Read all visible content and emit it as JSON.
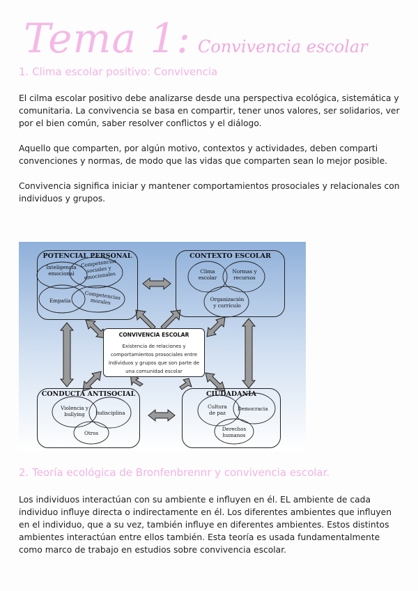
{
  "header": {
    "title": "Tema 1:",
    "subtitle": "Convivencia escolar"
  },
  "section1": {
    "heading": "1. Clima escolar positivo: Convivencia",
    "paragraphs": [
      "El cilma escolar positivo debe analizarse desde una perspectiva ecológica, sistemática y comunitaria. La convivencia se basa en compartir, tener unos valores, ser solidarios, ver por el bien común, saber resolver conflictos y el diálogo.",
      "Aquello que comparten, por algún motivo, contextos y actividades, deben comparti convenciones y normas, de modo que las vidas que comparten sean lo mejor posible.",
      "Convivencia significa iniciar y mantener comportamientos prosociales y relacionales con individuos y grupos."
    ]
  },
  "diagram": {
    "potencial": {
      "title": "POTENCIAL PERSONAL",
      "items": [
        "Inteligencia emocional",
        "Competencias sociales y emocionales",
        "Empatía",
        "Competencias morales"
      ]
    },
    "contexto": {
      "title": "CONTEXTO ESCOLAR",
      "items": [
        "Clima escolar",
        "Normas y recursos",
        "Organización y currículo"
      ]
    },
    "convivencia": {
      "title": "CONVIVENCIA ESCOLAR",
      "text": "Existencia de relaciones y comportamientos prosociales entre individuos y grupos que son parte de una comunidad escolar"
    },
    "conducta": {
      "title": "CONDUCTA ANTISOCIAL",
      "items": [
        "Violencia y bullying",
        "Indisciplina",
        "Otros"
      ]
    },
    "ciudadania": {
      "title": "CIUDADANÍA",
      "items": [
        "Cultura de paz",
        "Democracia",
        "Derechos humanos"
      ]
    }
  },
  "section2": {
    "heading": "2. Teoría ecológica de Bronfenbrennr y convivencia escolar.",
    "paragraph": "Los individuos interactúan con su ambiente e influyen en él. EL ambiente de cada individuo influye directa o indirectamente en él. Los diferentes ambientes que influyen en el individuo, que a su vez, también influye en diferentes ambientes. Estos distintos ambientes interactúan entre ellos también. Esta teoría es usada fundamentalmente como marco de trabajo en estudios sobre convivencia escolar."
  },
  "colors": {
    "title_pink": "#f4b9e6",
    "heading_pink": "#f3b3e3",
    "diagram_bg_top": "#8fb0da",
    "diagram_bg_bottom": "#ffffff",
    "arrow_fill": "#9a9a9a"
  }
}
